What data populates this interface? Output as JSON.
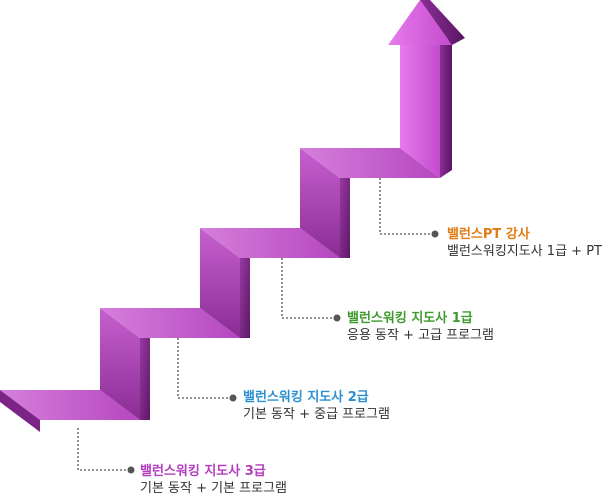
{
  "steps": [
    {
      "title": "밸런스워킹 지도사 3급",
      "subtitle": "기본 동작 + 기본 프로그램",
      "title_color": "#b43cbe"
    },
    {
      "title": "밸런스워킹 지도사 2급",
      "subtitle": "기본 동작 + 중급 프로그램",
      "title_color": "#2b8fd0"
    },
    {
      "title": "밸런스워킹 지도사 1급",
      "subtitle": "응용 동작 + 고급 프로그램",
      "title_color": "#3e9a2c"
    },
    {
      "title": "밸런스PT 강사",
      "subtitle": "밸런스워킹지도사 1급 + PT",
      "title_color": "#e07b15"
    }
  ],
  "colors": {
    "stair_top": "#c45ccc",
    "stair_front": "#8e2f98",
    "stair_side": "#a040a8",
    "arrow_light": "#e06ae6",
    "arrow_dark": "#7a2584",
    "connector": "#555555"
  }
}
